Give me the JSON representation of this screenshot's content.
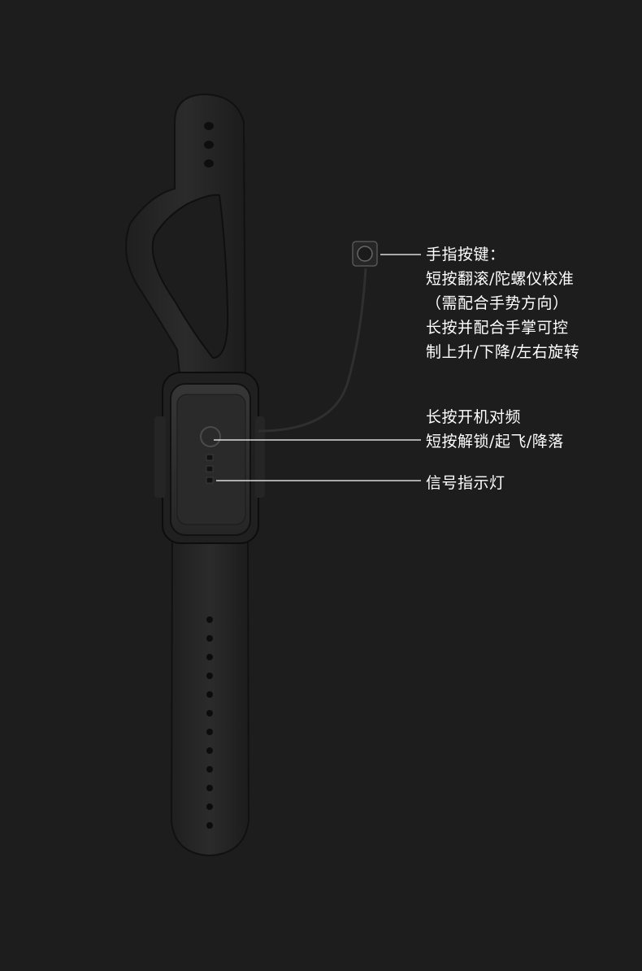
{
  "callouts": {
    "finger_button": {
      "lines": [
        "手指按键：",
        "短按翻滚/陀螺仪校准",
        "（需配合手势方向）",
        "长按并配合手掌可控",
        "制上升/下降/左右旋转"
      ]
    },
    "power_button": {
      "lines": [
        "长按开机对频",
        "短按解锁/起飞/降落"
      ]
    },
    "signal_indicator": {
      "lines": [
        "信号指示灯"
      ]
    }
  },
  "colors": {
    "background": "#1d1d1d",
    "strap": "#262626",
    "module": "#2c2c2c",
    "leader_line": "#ffffff",
    "text": "#ffffff"
  },
  "icons": {
    "finger_button": "round-button-icon",
    "power_button": "power-ring-icon",
    "signal_leds": "led-bars-icon"
  }
}
